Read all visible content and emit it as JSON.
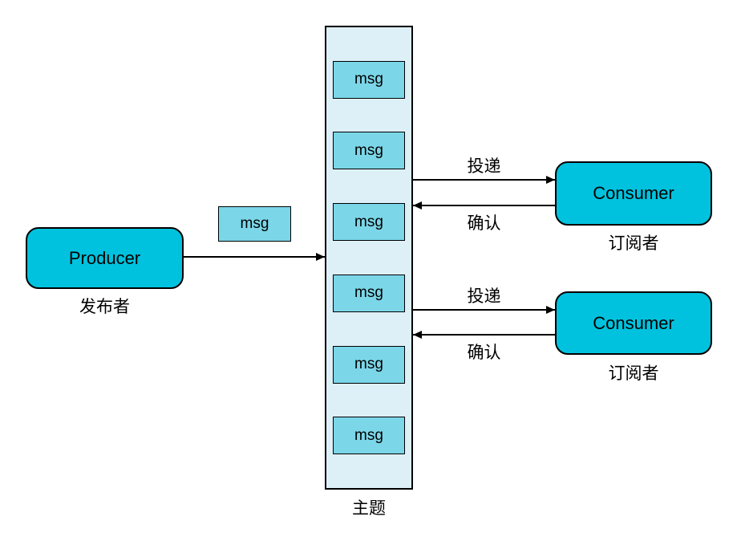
{
  "diagram": {
    "producer": {
      "label": "Producer",
      "caption": "发布者"
    },
    "in_flight_msg": "msg",
    "topic": {
      "caption": "主题",
      "messages": [
        "msg",
        "msg",
        "msg",
        "msg",
        "msg",
        "msg"
      ]
    },
    "consumers": [
      {
        "label": "Consumer",
        "caption": "订阅者",
        "deliver_label": "投递",
        "ack_label": "确认"
      },
      {
        "label": "Consumer",
        "caption": "订阅者",
        "deliver_label": "投递",
        "ack_label": "确认"
      }
    ],
    "colors": {
      "node_fill": "#00C2DE",
      "message_fill": "#7BD6E8",
      "topic_fill": "#DDF0F8",
      "line": "#000000"
    }
  }
}
